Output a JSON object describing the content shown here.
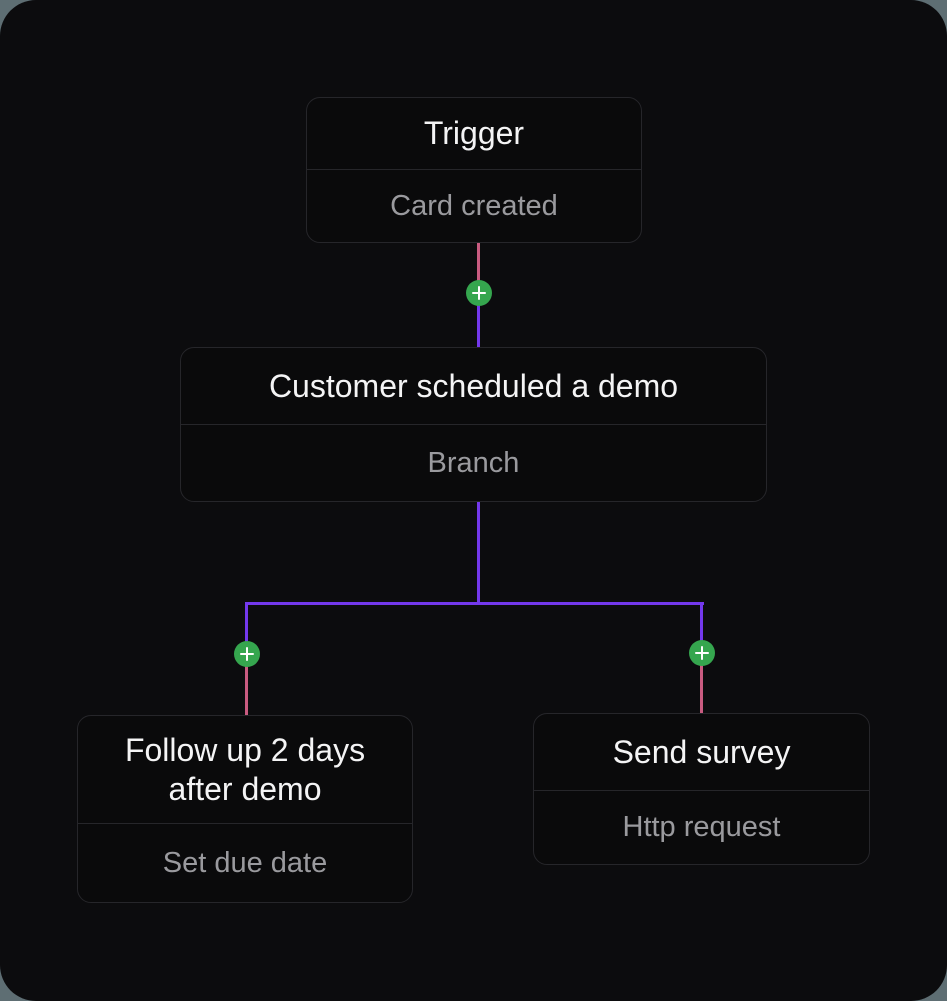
{
  "workflow": {
    "nodes": {
      "trigger": {
        "title": "Trigger",
        "subtitle": "Card created"
      },
      "branch": {
        "title": "Customer scheduled a demo",
        "subtitle": "Branch"
      },
      "followup": {
        "title": "Follow up 2 days after demo",
        "subtitle": "Set due date"
      },
      "survey": {
        "title": "Send survey",
        "subtitle": "Http request"
      }
    },
    "add_buttons": {
      "count": 3,
      "icon": "plus-icon"
    },
    "colors": {
      "page_bg": "#5e6e73",
      "canvas_bg": "#0c0c0e",
      "node_bg": "#0a0a0b",
      "node_border": "#26262a",
      "title_text": "#f4f4f5",
      "subtitle_text": "#9a9a9e",
      "connector_pink": "#c95b80",
      "connector_purple": "#7338ec",
      "add_button_green": "#35a64e",
      "plus_glyph": "#ffffff"
    }
  }
}
